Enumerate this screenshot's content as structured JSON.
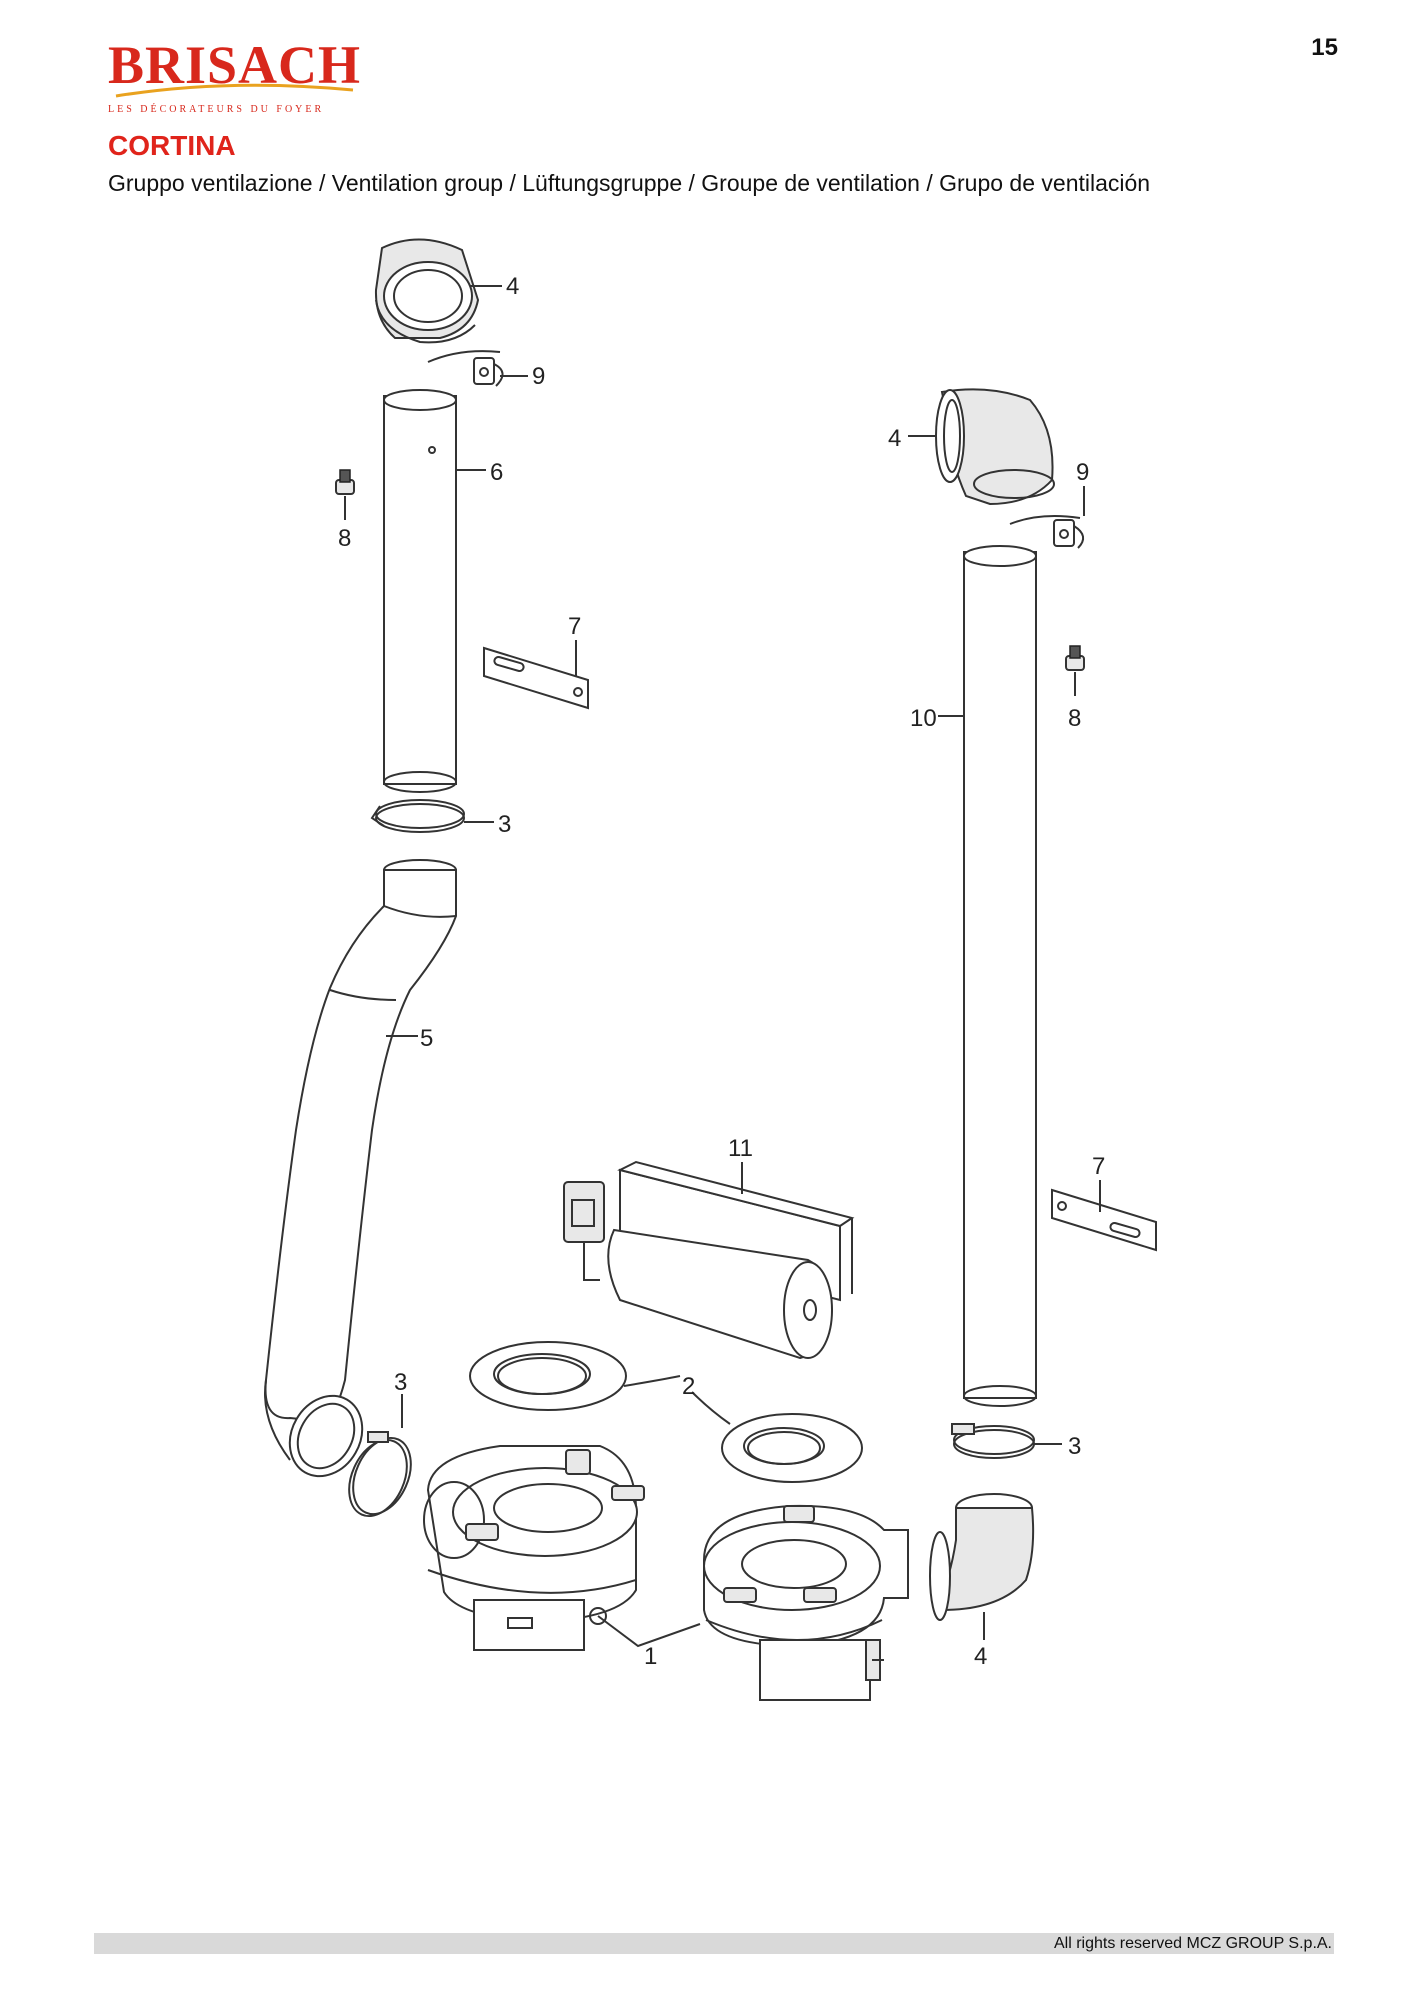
{
  "page": {
    "number": "15"
  },
  "brand": {
    "name": "BRISACH",
    "tagline": "LES DÉCORATEURS DU FOYER",
    "color": "#d8281c"
  },
  "header": {
    "title": "CORTINA",
    "subtitle": "Gruppo ventilazione / Ventilation group / Lüftungsgruppe / Groupe de ventilation / Grupo de ventilación"
  },
  "diagram": {
    "labels": {
      "p4a": "4",
      "p9a": "9",
      "p6": "6",
      "p8a": "8",
      "p7a": "7",
      "p3a": "3",
      "p5": "5",
      "p4b": "4",
      "p9b": "9",
      "p10": "10",
      "p8b": "8",
      "p7b": "7",
      "p11": "11",
      "p2": "2",
      "p3b": "3",
      "p3c": "3",
      "p1": "1",
      "p4c": "4"
    }
  },
  "footer": {
    "text": "All rights reserved MCZ GROUP S.p.A."
  }
}
